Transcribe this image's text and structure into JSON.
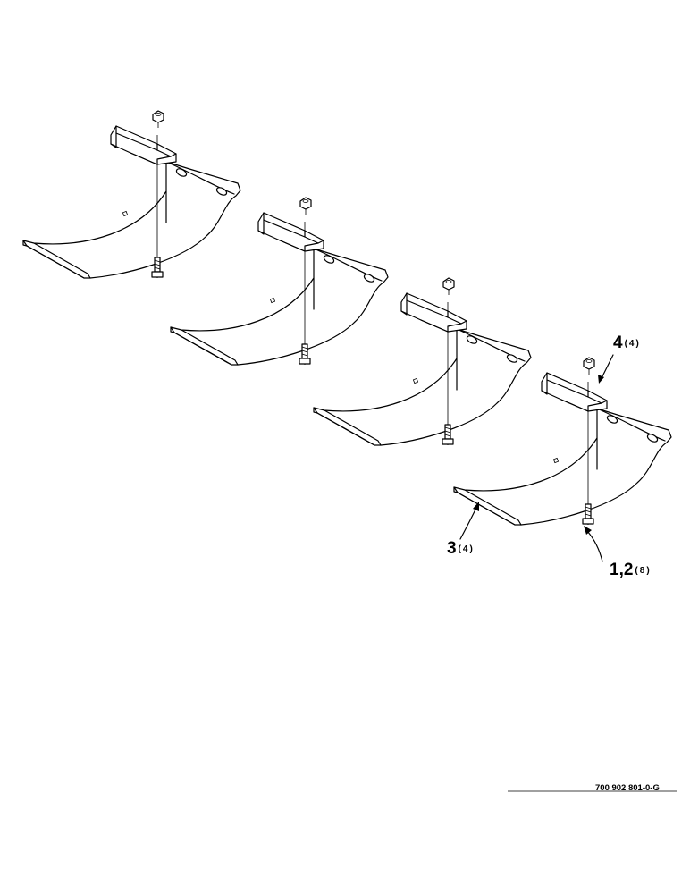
{
  "callouts": {
    "c4": {
      "number": "4",
      "qty": "(4)"
    },
    "c3": {
      "number": "3",
      "qty": "(4)"
    },
    "c12": {
      "number": "1,2",
      "qty": "(8)"
    }
  },
  "reference": "700 902 801-0-G",
  "parts": [
    "shoe-1",
    "shoe-2",
    "shoe-3",
    "shoe-4"
  ]
}
